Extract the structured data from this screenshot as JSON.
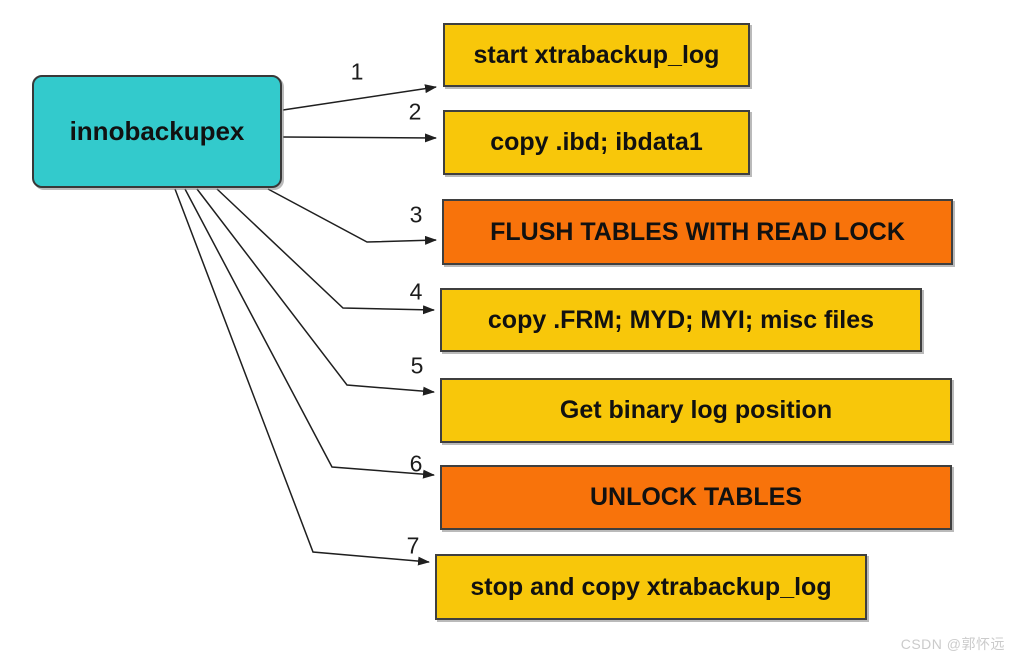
{
  "diagram": {
    "source": {
      "label": "innobackupex",
      "fill": "#33CACC"
    },
    "steps": [
      {
        "num": "1",
        "label": "start xtrabackup_log",
        "fill": "#F8C70A"
      },
      {
        "num": "2",
        "label": "copy .ibd; ibdata1",
        "fill": "#F8C70A"
      },
      {
        "num": "3",
        "label": "FLUSH TABLES WITH READ LOCK",
        "fill": "#F8730B"
      },
      {
        "num": "4",
        "label": "copy .FRM; MYD; MYI; misc files",
        "fill": "#F8C70A"
      },
      {
        "num": "5",
        "label": "Get binary log position",
        "fill": "#F8C70A"
      },
      {
        "num": "6",
        "label": "UNLOCK TABLES",
        "fill": "#F8730B"
      },
      {
        "num": "7",
        "label": "stop and copy xtrabackup_log",
        "fill": "#F8C70A"
      }
    ],
    "palette": {
      "teal": "#33CACC",
      "yellow": "#F8C70A",
      "orange": "#F8730B",
      "line": "#1f1f1f",
      "border": "#3f3f3f",
      "watermark_gray": "#CBCBCB"
    }
  },
  "watermark": "CSDN @郭怀远"
}
